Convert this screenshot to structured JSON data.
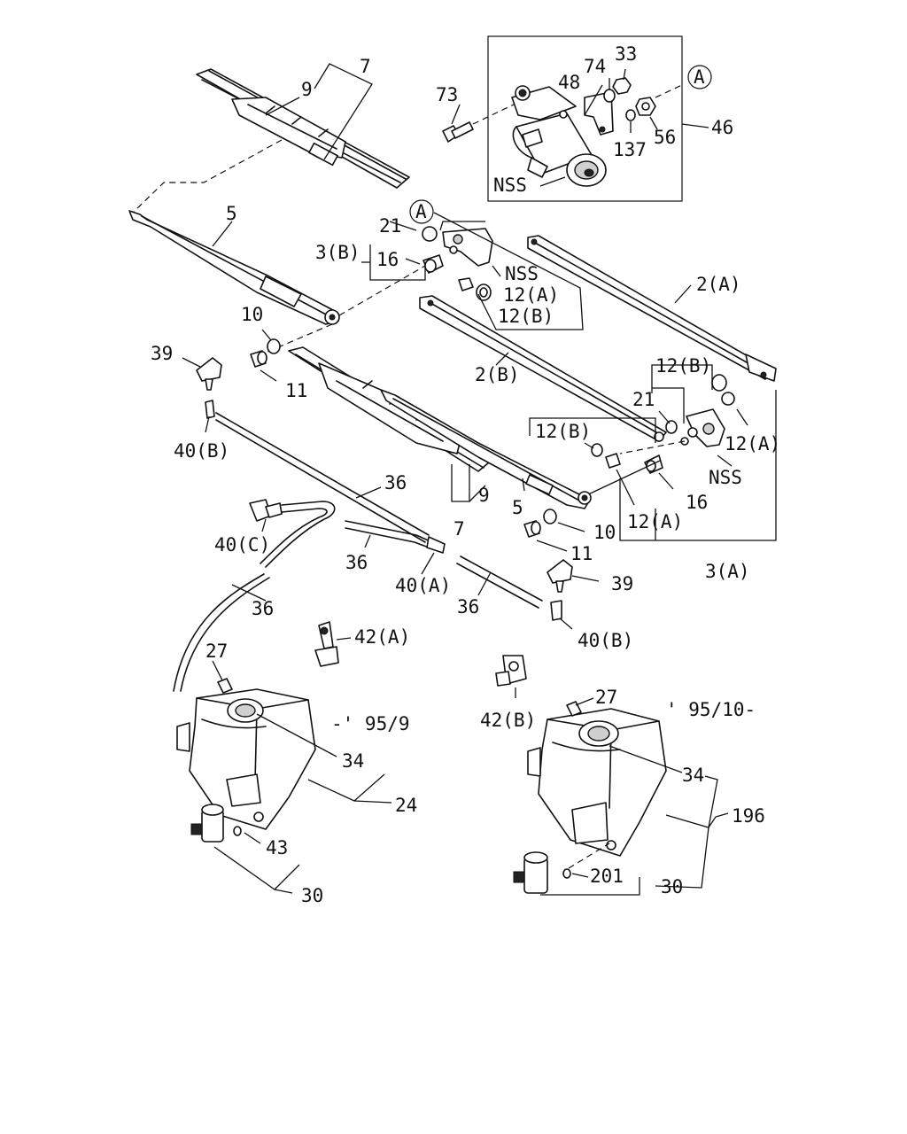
{
  "callouts": {
    "c7a": "7",
    "c9a": "9",
    "c5a": "5",
    "c73": "73",
    "c74": "74",
    "c33": "33",
    "c48": "48",
    "cA1": "A",
    "c46": "46",
    "c137": "137",
    "c56": "56",
    "cNSS1": "NSS",
    "c21a": "21",
    "cA2": "A",
    "c3B": "3(B)",
    "c16a": "16",
    "cNSS2": "NSS",
    "c12Aa": "12(A)",
    "c12Ba": "12(B)",
    "c2A": "2(A)",
    "c10a": "10",
    "c11a": "11",
    "c39a": "39",
    "c2B": "2(B)",
    "c12Bb": "12(B)",
    "c21b": "21",
    "c12Bc": "12(B)",
    "c12Ab": "12(A)",
    "cNSS3": "NSS",
    "c40Ba": "40(B)",
    "c36a": "36",
    "c9b": "9",
    "c5b": "5",
    "c16b": "16",
    "c12Ac": "12(A)",
    "c40C": "40(C)",
    "c7b": "7",
    "c10b": "10",
    "c11b": "11",
    "c3A": "3(A)",
    "c36b": "36",
    "c40A": "40(A)",
    "c39b": "39",
    "c36c": "36",
    "c36d": "36",
    "c42A": "42(A)",
    "c40Bb": "40(B)",
    "c27a": "27",
    "c27b": "27",
    "c42B": "42(B)",
    "c95_9": "-' 95/9",
    "c95_10": "' 95/10-",
    "c34a": "34",
    "c34b": "34",
    "c24": "24",
    "c196": "196",
    "c43": "43",
    "c201": "201",
    "c30a": "30",
    "c30b": "30"
  }
}
